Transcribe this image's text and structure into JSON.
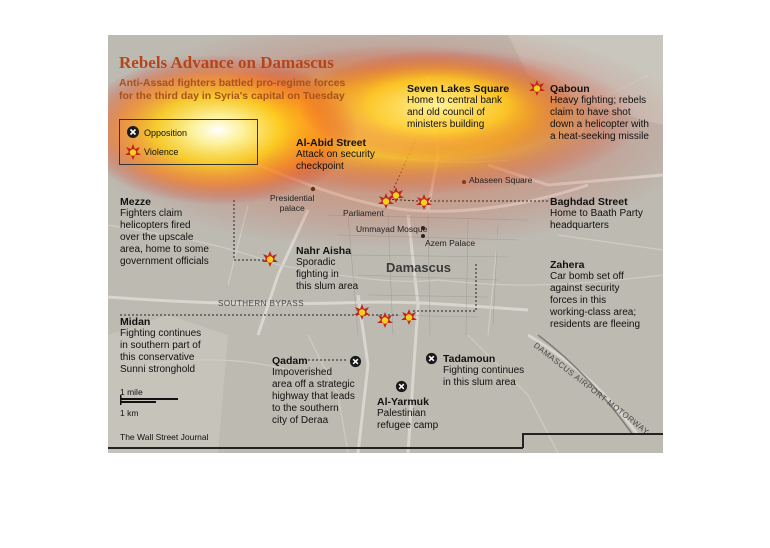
{
  "title": "Rebels Advance on Damascus",
  "subtitle_lines": [
    "Anti-Assad fighters battled pro-regime forces",
    "for the third day in Syria's capital on Tuesday"
  ],
  "legend": {
    "opposition": "Opposition",
    "violence": "Violence"
  },
  "city_label": "Damascus",
  "roads": {
    "southern_bypass": "SOUTHERN BYPASS",
    "airport_motorway": "DAMASCUS AIRPORT MOTORWAY"
  },
  "places": {
    "presidential_palace": [
      "Presidential",
      "palace"
    ],
    "parliament": "Parliament",
    "ummayad_mosque": "Ummayad Mosque",
    "azem_palace": "Azem Palace",
    "abaseen_square": "Abaseen Square"
  },
  "callouts": {
    "seven_lakes": {
      "head": "Seven Lakes Square",
      "lines": [
        "Home to central bank",
        "and old council of",
        "ministers building"
      ]
    },
    "qaboun": {
      "head": "Qaboun",
      "lines": [
        "Heavy fighting; rebels",
        "claim to have shot",
        "down a helicopter with",
        "a heat-seeking missile"
      ]
    },
    "al_abid": {
      "head": "Al-Abid Street",
      "lines": [
        "Attack on security",
        "checkpoint"
      ]
    },
    "mezze": {
      "head": "Mezze",
      "lines": [
        "Fighters claim",
        "helicopters fired",
        "over the upscale",
        "area, home to some",
        "government officials"
      ]
    },
    "baghdad": {
      "head": "Baghdad Street",
      "lines": [
        "Home to Baath Party",
        "headquarters"
      ]
    },
    "nahr_aisha": {
      "head": "Nahr Aisha",
      "lines": [
        "Sporadic",
        "fighting in",
        "this slum area"
      ]
    },
    "zahera": {
      "head": "Zahera",
      "lines": [
        "Car bomb set off",
        "against security",
        "forces in this",
        "working-class area;",
        "residents are fleeing"
      ]
    },
    "midan": {
      "head": "Midan",
      "lines": [
        "Fighting continues",
        "in southern part of",
        "this conservative",
        "Sunni stronghold"
      ]
    },
    "qadam": {
      "head": "Qadam",
      "lines": [
        "Impoverished",
        "area off a strategic",
        "highway that leads",
        "to the southern",
        "city of Deraa"
      ]
    },
    "tadamoun": {
      "head": "Tadamoun",
      "lines": [
        "Fighting continues",
        "in this slum area"
      ]
    },
    "al_yarmuk": {
      "head": "Al-Yarmuk",
      "lines": [
        "Palestinian",
        "refugee camp"
      ]
    }
  },
  "scale": {
    "mile": "1 mile",
    "km": "1 km"
  },
  "credit": "The Wall Street Journal",
  "colors": {
    "title": "#b5461a",
    "subtitle": "#a8521c",
    "map_bg": "#bdbab1",
    "violence": "#f2d21c",
    "opposition": "#1a1a1a"
  }
}
